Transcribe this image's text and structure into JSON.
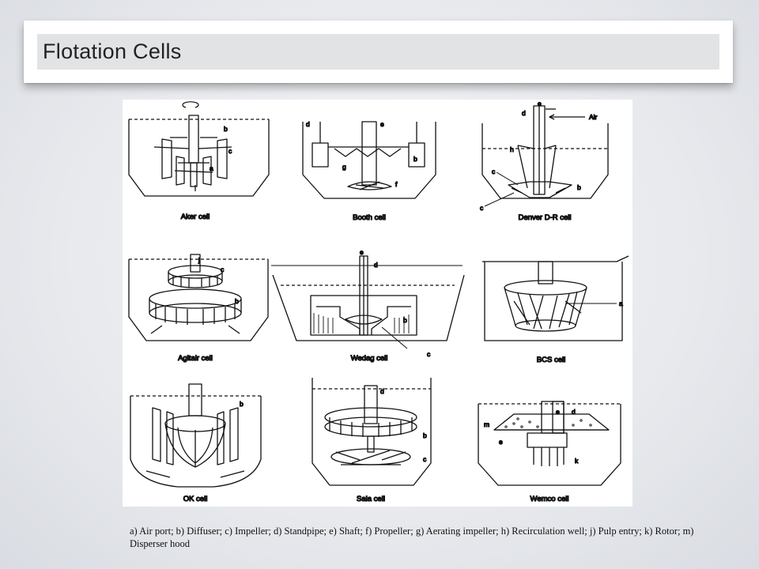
{
  "slide": {
    "title": "Flotation Cells",
    "legend": "a) Air port; b) Diffuser; c) Impeller; d) Standpipe; e) Shaft; f) Propeller; g) Aerating impeller; h) Recirculation well; j) Pulp entry; k) Rotor; m) Disperser hood"
  },
  "cells": [
    {
      "caption": "Aker cell",
      "labels": [
        "b",
        "c",
        "a"
      ]
    },
    {
      "caption": "Booth cell",
      "labels": [
        "d",
        "e",
        "g",
        "b",
        "f"
      ]
    },
    {
      "caption": "Denver D-R cell",
      "labels": [
        "e",
        "d",
        "Air",
        "h",
        "c",
        "b",
        "c"
      ]
    },
    {
      "caption": "Agitair cell",
      "labels": [
        "j",
        "c",
        "b"
      ]
    },
    {
      "caption": "Wedag cell",
      "labels": [
        "e",
        "d",
        "b",
        "c"
      ]
    },
    {
      "caption": "BCS cell",
      "labels": [
        "a"
      ]
    },
    {
      "caption": "OK cell",
      "labels": [
        "b"
      ]
    },
    {
      "caption": "Sala cell",
      "labels": [
        "d",
        "b",
        "c"
      ]
    },
    {
      "caption": "Wemco cell",
      "labels": [
        "e",
        "d",
        "m",
        "e",
        "k"
      ]
    }
  ]
}
